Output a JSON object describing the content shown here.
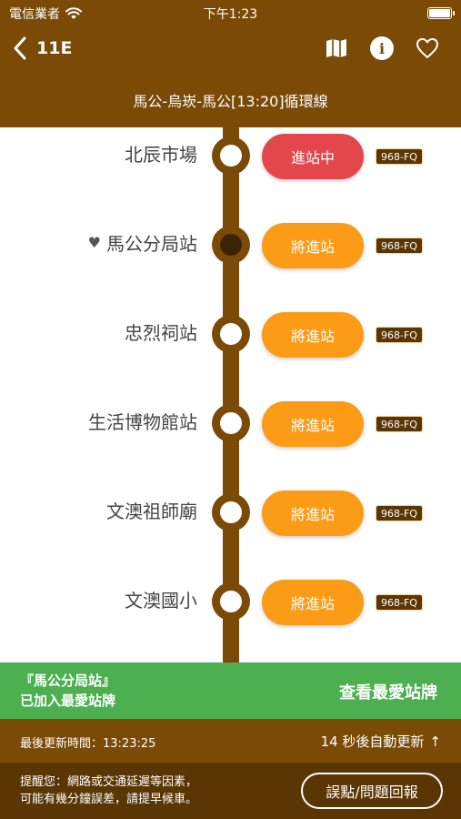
{
  "status_bar": {
    "carrier": "電信業者",
    "time": "下午1:23",
    "icons": [
      "wifi-icon",
      "battery-icon"
    ]
  },
  "header": {
    "route": "11E",
    "subtitle": "馬公-烏崁-馬公[13:20]循環線",
    "icons": [
      "back-chevron-icon",
      "map-icon",
      "info-icon",
      "heart-icon"
    ]
  },
  "stops": [
    {
      "name": "北辰市場",
      "status": "進站中",
      "plate": "968-FQ",
      "favorite": false
    },
    {
      "name": "馬公分局站",
      "status": "將進站",
      "plate": "968-FQ",
      "favorite": true
    },
    {
      "name": "忠烈祠站",
      "status": "將進站",
      "plate": "968-FQ",
      "favorite": false
    },
    {
      "name": "生活博物館站",
      "status": "將進站",
      "plate": "968-FQ",
      "favorite": false
    },
    {
      "name": "文澳祖師廟",
      "status": "將進站",
      "plate": "968-FQ",
      "favorite": false
    },
    {
      "name": "文澳國小",
      "status": "將進站",
      "plate": "968-FQ",
      "favorite": false
    }
  ],
  "favorite_banner": {
    "line1": "『馬公分局站』",
    "line2": "已加入最愛站牌",
    "action": "查看最愛站牌"
  },
  "update_bar": {
    "last_updated": "最後更新時間：13:23:25",
    "auto_refresh": "14 秒後自動更新",
    "arrow": "↑"
  },
  "footer": {
    "notice_line1": "提醒您：網路或交通延遲等因素，",
    "notice_line2": "可能有幾分鐘誤差，請提早候車。",
    "report_button": "誤點/問題回報"
  },
  "colors": {
    "brand": "#7a4a06",
    "dark_brand": "#5a3604",
    "arriving": "#e3474b",
    "soon": "#fb9b16",
    "success": "#4caf50"
  }
}
